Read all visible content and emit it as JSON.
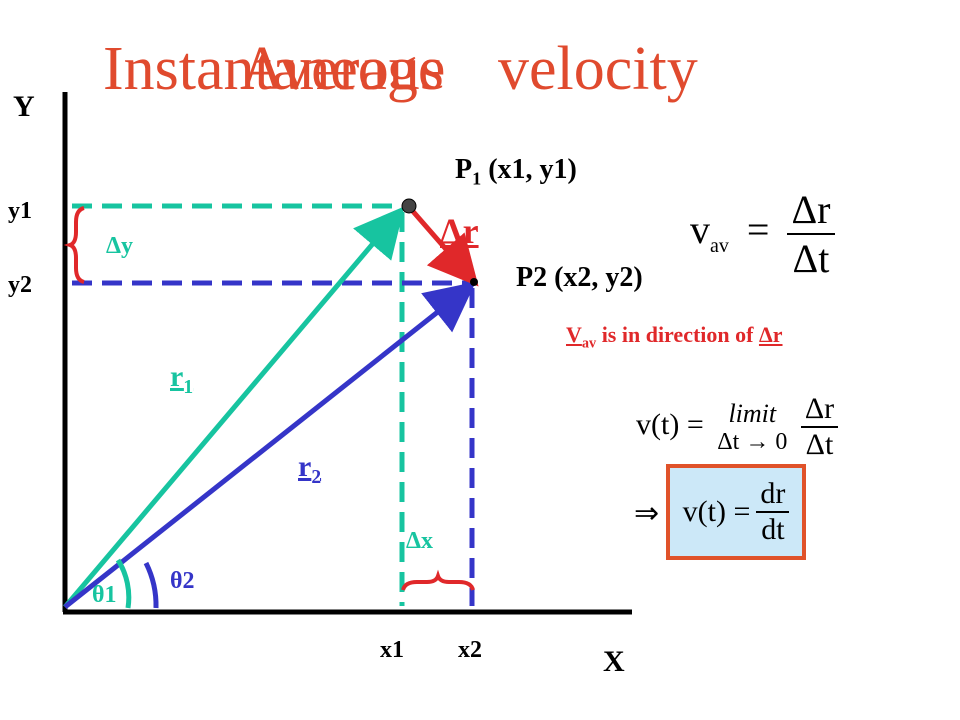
{
  "title": {
    "word1": "Instantaneous",
    "word1_overlay": "Average",
    "word2": "velocity"
  },
  "axes": {
    "y_label": "Y",
    "x_label": "X",
    "y1": "y1",
    "y2": "y2",
    "x1": "x1",
    "x2": "x2"
  },
  "points": {
    "p1": "P",
    "p1_sub": "1",
    "p1_coords": "(x1, y1)",
    "p2": "P2 (x2, y2)"
  },
  "vectors": {
    "r1": "r",
    "r1_sub": "1",
    "r2": "r",
    "r2_sub": "2",
    "delta_r": "Δr",
    "delta_y": "Δy",
    "delta_x": "Δx",
    "theta1": "θ1",
    "theta2": "θ2"
  },
  "equations": {
    "vav_lhs": "v",
    "vav_sub": "av",
    "vav_num": "Δr",
    "vav_den": "Δt",
    "direction_note_v": "V",
    "direction_note_sub": "av",
    "direction_note_text": " is in direction of ",
    "direction_note_dr": "Δr",
    "limit_lhs": "v(t) =",
    "limit_word": "limit",
    "limit_sub": "Δt → 0",
    "limit_num": "Δr",
    "limit_den": "Δt",
    "implies": "⇒",
    "deriv_lhs": "v(t) =",
    "deriv_num": "dr",
    "deriv_den": "dt"
  },
  "colors": {
    "title": "#e04a2e",
    "green": "#17c4a0",
    "blue": "#3535c8",
    "red": "#e0282a"
  }
}
